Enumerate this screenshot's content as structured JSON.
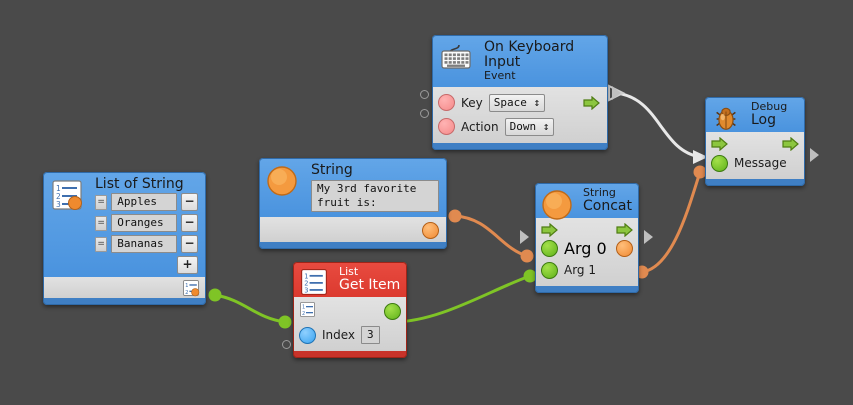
{
  "canvas": {
    "background": "#4a4a4a",
    "title": "Visual scripting node graph"
  },
  "nodes": [
    {
      "id": "on-keyboard-input",
      "subtitle": "On Keyboard Input",
      "title": "Event",
      "icon": "keyboard-icon",
      "color": "#4a93de",
      "ports": [
        {
          "name": "Key",
          "type": "pink",
          "value": "Space"
        },
        {
          "name": "Action",
          "type": "pink",
          "value": "Down"
        }
      ],
      "exec_out": true
    },
    {
      "id": "list-of-string",
      "subtitle": "List of String",
      "title": "",
      "icon": "numbered-list-icon",
      "color": "#4a93de",
      "items": [
        "Apples",
        "Oranges",
        "Bananas"
      ],
      "add_label": "+",
      "remove_label": "−",
      "grip_label": "="
    },
    {
      "id": "string-literal",
      "subtitle": "String",
      "title": "",
      "icon": "string-orange-ball-icon",
      "color": "#4a93de",
      "value": "My 3rd favorite fruit is:"
    },
    {
      "id": "list-get-item",
      "subtitle": "List",
      "title": "Get Item",
      "icon": "numbered-list-icon",
      "color": "#dc3a2f",
      "ports": [
        {
          "name": "Index",
          "type": "blue",
          "value": "3"
        }
      ]
    },
    {
      "id": "string-concat",
      "subtitle": "String",
      "title": "Concat",
      "icon": "string-orange-ball-icon",
      "color": "#4a93de",
      "ports": [
        {
          "name": "Arg 0",
          "type": "green",
          "value": ""
        },
        {
          "name": "Arg 1",
          "type": "green",
          "value": ""
        }
      ],
      "exec_in": true,
      "exec_out": true
    },
    {
      "id": "debug-log",
      "subtitle": "Debug",
      "title": "Log",
      "icon": "bug-icon",
      "color": "#4a93de",
      "ports": [
        {
          "name": "Message",
          "type": "green",
          "value": ""
        }
      ],
      "exec_in": true,
      "exec_out": true
    }
  ],
  "labels": {
    "keyboard_subtitle": "On Keyboard Input",
    "keyboard_title": "Event",
    "key_label": "Key",
    "key_value": "Space",
    "key_caret": "↕",
    "action_label": "Action",
    "action_value": "Down",
    "action_caret": "↕",
    "list_title": "List of String",
    "item_0": "Apples",
    "item_1": "Oranges",
    "item_2": "Bananas",
    "grip": "=",
    "minus": "−",
    "plus": "+",
    "string_title": "String",
    "string_value": "My 3rd favorite fruit is:",
    "getitem_sub": "List",
    "getitem_title": "Get Item",
    "index_label": "Index",
    "index_value": "3",
    "concat_sub": "String",
    "concat_title": "Concat",
    "arg0_label": "Arg 0",
    "arg1_label": "Arg 1",
    "debug_sub": "Debug",
    "debug_title": "Log",
    "message_label": "Message"
  },
  "wires": [
    {
      "name": "list-to-getitem",
      "color": "#7fc426",
      "kind": "data"
    },
    {
      "name": "getitem-to-concat-arg1",
      "color": "#7fc426",
      "kind": "data"
    },
    {
      "name": "string-to-concat-arg0",
      "color": "#e08a50",
      "kind": "data"
    },
    {
      "name": "concat-to-debug-message",
      "color": "#e08a50",
      "kind": "data"
    },
    {
      "name": "keyboard-to-debug-exec",
      "color": "#e8e8e8",
      "kind": "exec"
    }
  ],
  "colors": {
    "exec_wire": "#e8e8e8",
    "data_green": "#7fc426",
    "data_orange": "#e08a50",
    "node_blue": "#4a93de",
    "node_red": "#dc3a2f",
    "background": "#4a4a4a"
  }
}
